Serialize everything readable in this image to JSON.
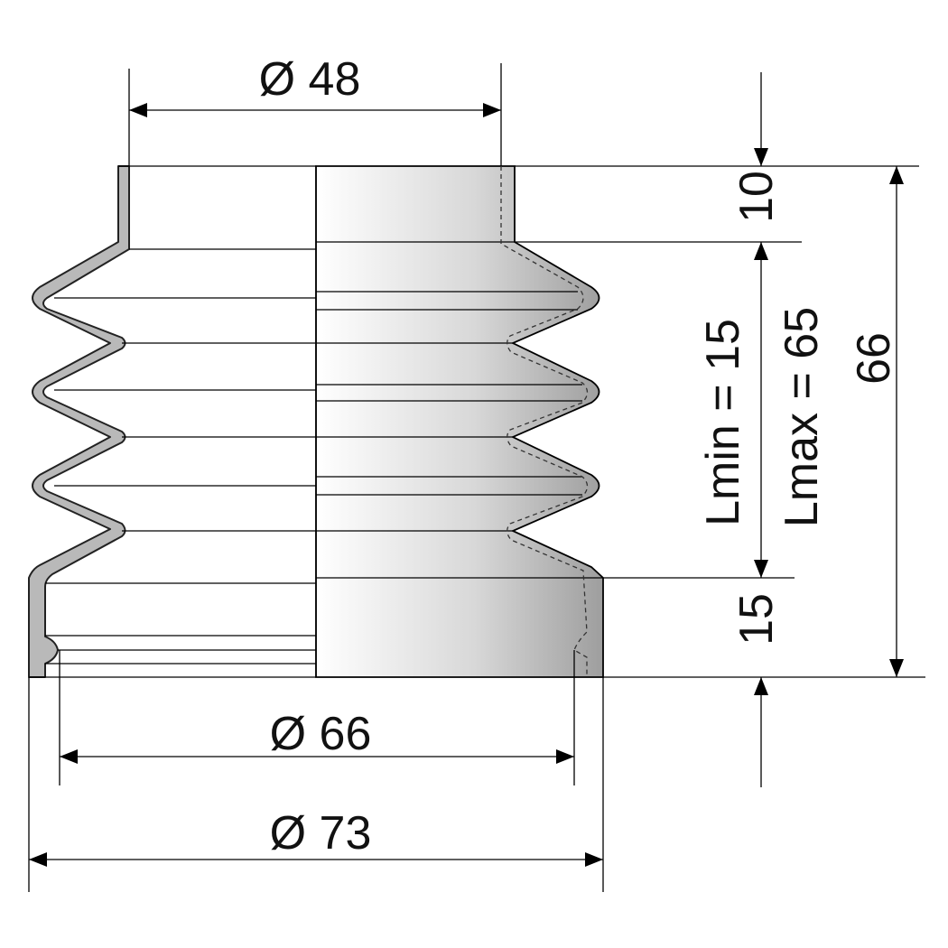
{
  "drawing": {
    "type": "bellows dimension drawing",
    "colors": {
      "background": "#ffffff",
      "line": "#000000",
      "wall_fill": "#b9b9b9",
      "gradient_light": "#ffffff",
      "gradient_dark": "#a8a8a8"
    }
  },
  "dimensions": {
    "top_diameter": "Ø 48",
    "bottom_inner_diameter": "Ø 66",
    "bottom_outer_diameter": "Ø 73",
    "top_collar_height": "10",
    "bottom_collar_height": "15",
    "total_height": "66",
    "lmin": "Lmin = 15",
    "lmax": "Lmax = 65"
  }
}
